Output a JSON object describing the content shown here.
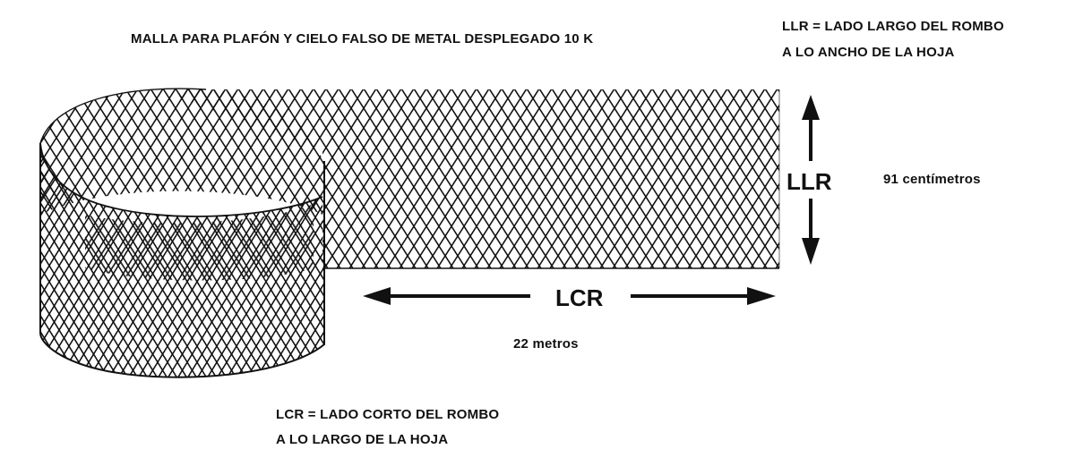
{
  "title": "MALLA PARA PLAFÓN Y CIELO FALSO DE METAL DESPLEGADO 10 K",
  "llr_definition": {
    "line1": "LLR = LADO LARGO DEL ROMBO",
    "line2": "A LO ANCHO DE LA HOJA"
  },
  "lcr_definition": {
    "line1": "LCR = LADO CORTO DEL ROMBO",
    "line2": "A LO LARGO DE LA HOJA"
  },
  "vertical_dimension": {
    "label": "LLR",
    "value": "91 centímetros"
  },
  "horizontal_dimension": {
    "label": "LCR",
    "value": "22 metros"
  },
  "colors": {
    "ink": "#111111",
    "background": "#ffffff"
  }
}
